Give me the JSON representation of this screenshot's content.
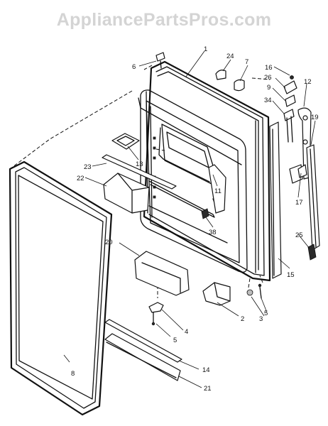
{
  "watermark": "AppliancePartsPros.com",
  "callouts": [
    "1",
    "24",
    "7",
    "16",
    "6",
    "26",
    "12",
    "9",
    "34",
    "19",
    "13",
    "23",
    "22",
    "11",
    "17",
    "38",
    "25",
    "20",
    "15",
    "2",
    "3",
    "5",
    "5",
    "4",
    "8",
    "14",
    "21"
  ]
}
